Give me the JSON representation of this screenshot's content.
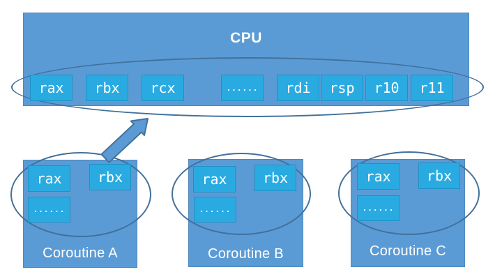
{
  "diagram": {
    "background": "#ffffff",
    "colors": {
      "container_fill": "#5b9bd5",
      "register_fill": "#29abe2",
      "ellipse_stroke": "#41719c",
      "arrow_fill": "#5b9bd5",
      "arrow_stroke": "#41719c",
      "text": "#ffffff"
    },
    "cpu": {
      "label": "CPU",
      "registers": [
        "rax",
        "rbx",
        "rcx",
        "......",
        "rdi",
        "rsp",
        "r10",
        "r11"
      ]
    },
    "coroutines": [
      {
        "label": "Coroutine A",
        "registers": [
          "rax",
          "rbx",
          "......"
        ]
      },
      {
        "label": "Coroutine B",
        "registers": [
          "rax",
          "rbx",
          "......"
        ]
      },
      {
        "label": "Coroutine C",
        "registers": [
          "rax",
          "rbx",
          "......"
        ]
      }
    ],
    "arrow": {
      "direction": "up-right",
      "from": "Coroutine A",
      "to": "CPU"
    }
  }
}
